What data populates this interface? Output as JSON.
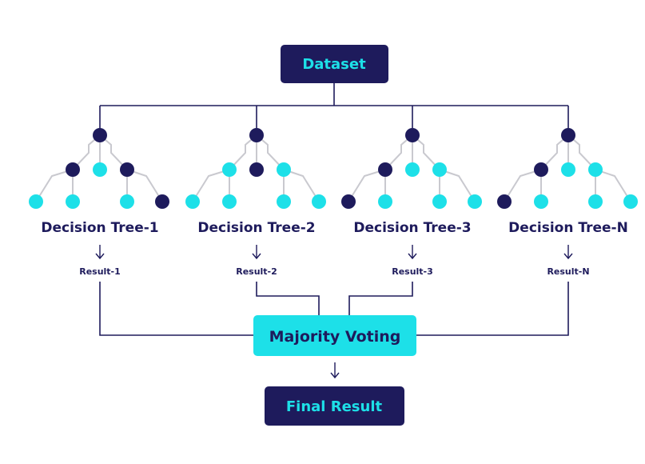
{
  "dataset_label": "Dataset",
  "majority_voting_label": "Majority Voting",
  "final_result_label": "Final Result",
  "colors": {
    "navy": "#1e1b5c",
    "cyan": "#1de0e8",
    "branch_gray": "#c9c9cf"
  },
  "trees": [
    {
      "label": "Decision Tree-1",
      "result": "Result-1",
      "root": "navy",
      "mid": [
        "navy",
        "cyan",
        "navy"
      ],
      "leaves": [
        "cyan",
        "cyan",
        "cyan",
        "navy"
      ]
    },
    {
      "label": "Decision Tree-2",
      "result": "Result-2",
      "root": "navy",
      "mid": [
        "cyan",
        "navy",
        "cyan"
      ],
      "leaves": [
        "cyan",
        "cyan",
        "cyan",
        "cyan"
      ]
    },
    {
      "label": "Decision Tree-3",
      "result": "Result-3",
      "root": "navy",
      "mid": [
        "navy",
        "cyan",
        "cyan"
      ],
      "leaves": [
        "navy",
        "cyan",
        "cyan",
        "cyan"
      ]
    },
    {
      "label": "Decision Tree-N",
      "result": "Result-N",
      "root": "navy",
      "mid": [
        "navy",
        "cyan",
        "cyan"
      ],
      "leaves": [
        "navy",
        "cyan",
        "cyan",
        "cyan"
      ]
    }
  ]
}
